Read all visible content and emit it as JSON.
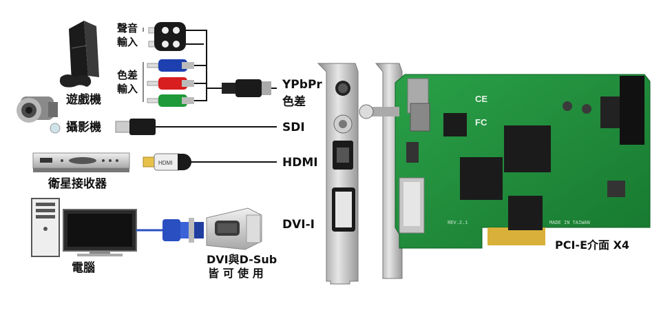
{
  "devices": {
    "game_console": "遊戲機",
    "camcorder": "攝影機",
    "satellite_receiver": "衛星接收器",
    "computer": "電腦"
  },
  "cable_groups": {
    "audio_input_line1": "聲音",
    "audio_input_line2": "輸入",
    "color_input_line1": "色差",
    "color_input_line2": "輸入",
    "hdmi_plug_text": "HDMI"
  },
  "ports": {
    "ypbpr_line1": "YPbPr",
    "ypbpr_line2": "色差",
    "sdi": "SDI",
    "hdmi": "HDMI",
    "dvi": "DVI-I"
  },
  "adapter": {
    "line1": "DVI與D-Sub",
    "line2": "皆 可 使 用"
  },
  "card": {
    "interface": "PCI-E介面 X4",
    "rev_text": "REV.2.1",
    "made_text": "MADE IN TAIWAN",
    "ce_mark": "CE",
    "fc_mark": "FC"
  },
  "colors": {
    "pcb_green": "#1f8a3a",
    "bracket_silver": "#c9c9c9",
    "gold": "#d9b13a",
    "rca_red": "#d81e1e",
    "rca_blue": "#1d3fb0",
    "rca_green": "#1f9a3a",
    "vga_blue": "#2a4fc0"
  }
}
